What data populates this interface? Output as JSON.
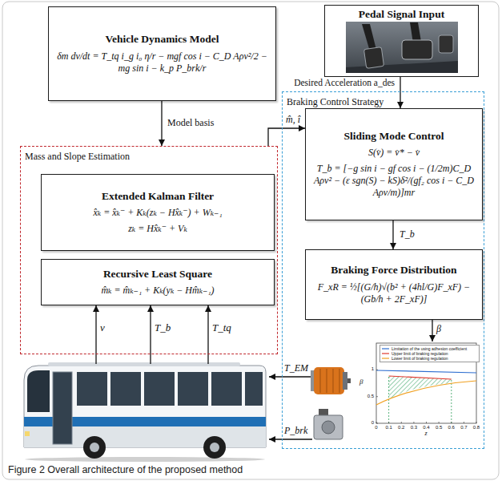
{
  "diagram": {
    "caption": "Figure 2 Overall architecture of the proposed method",
    "nodes": [
      {
        "text": [
          "Vehicle Dynamics Model",
          "δm dv/dt = T_tq i_g i₀ η/r − mgf cos i − C_D Aρv²/2 − mg sin i − k_p P_brk/r"
        ]
      },
      {
        "text": [
          "Pedal Signal Input"
        ]
      },
      {
        "text": [
          "Mass and Slope Estimation"
        ]
      },
      {
        "text": [
          "Extended Kalman Filter",
          "x̂ₖ = x̂ₖ⁻ + Kₖ(zₖ − Hx̂ₖ⁻) + Wₖ₋₁",
          "zₖ = Hx̂ₖ⁻ + Vₖ"
        ],
        "in": 2
      },
      {
        "text": [
          "Recursive Least Square",
          "m̂ₖ = m̂ₖ₋₁ + Kₖ(yₖ − Hm̂ₖ₋₁)"
        ],
        "in": 2
      },
      {
        "text": [
          "Braking Control Strategy"
        ]
      },
      {
        "text": [
          "Sliding Mode Control",
          "S(v̇) = v̇* − v̇",
          "T_b = [−g sin i − gf cos i − (1/2m)C_D Aρv² − (ε sgn(S) − kS)δ²/(gf₂ cos i − C_D Aρv/m)]mr"
        ],
        "in": 5
      },
      {
        "text": [
          "Braking Force Distribution",
          "F_xR = ½[(G/h)√(b² + (4hl/G)F_xF) − (Gb/h + 2F_xF)]"
        ],
        "in": 5
      }
    ],
    "edges": [
      {
        "from": 0,
        "to": 2,
        "arrow": "to",
        "label": "Model basis"
      },
      {
        "from": 1,
        "to": 6,
        "arrow": "to",
        "label": "Desired Acceleration a_des"
      },
      {
        "from": 2,
        "to": 6,
        "arrow": "to",
        "label": "m̂, î"
      },
      {
        "from": 6,
        "to": 7,
        "arrow": "to",
        "label": "T_b"
      }
    ],
    "labels": [
      "v",
      "T_b",
      "T_tq",
      "T_EM",
      "P_brk",
      "β",
      "β",
      "z",
      "0",
      "0.1",
      "0.2",
      "0.3",
      "0.4",
      "0.5",
      "0.6",
      "0.7",
      "0.8",
      "0",
      "0.5",
      "1"
    ],
    "legend": [
      {
        "text": "Limitation of the using adhesion coefficient"
      },
      {
        "text": "Upper limit of braking regulation"
      },
      {
        "text": "Lower limit of braking regulation"
      }
    ]
  }
}
